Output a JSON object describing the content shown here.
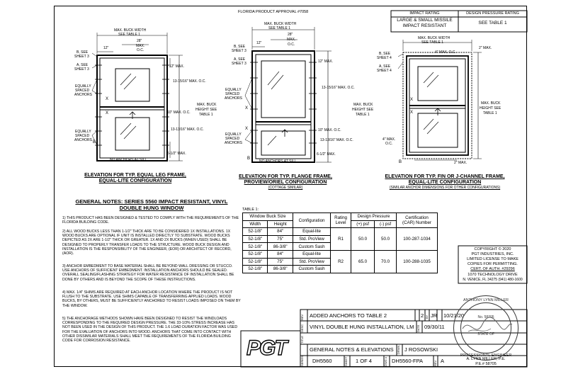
{
  "header": {
    "approval": "FLORIDA PRODUCT APPROVAL #7058",
    "impact_rating_label": "IMPACT RATING",
    "impact_rating_value_1": "LARGE & SMALL MISSILE",
    "impact_rating_value_2": "IMPACT RESISTANT",
    "design_pressure_label": "DESIGN PRESSURE RATING",
    "design_pressure_value": "SEE TABLE 1"
  },
  "elevations": {
    "left": {
      "title": "ELEVATION FOR TYP. EQUAL LEG FRAME,",
      "subtitle": "EQUAL-LITE CONFIGURATION",
      "labels": {
        "max_buck_width": "MAX. BUCK WIDTH",
        "see_table": "SEE TABLE 1",
        "dim12": "12\"",
        "dim28": "28\"",
        "max": "MAX.",
        "oc": "O.C.",
        "b_see_sheet": "B, SEE",
        "sheet3": "SHEET 3",
        "a_see_sheet": "A, SEE",
        "sheet3b": "SHEET 3",
        "equally": "EQUALLY",
        "spaced": "SPACED",
        "anchors": "ANCHORS",
        "dim12max": "12\" MAX.",
        "dim1316": "13-15/16\" MAX. O.C.",
        "dim10": "10\" MAX. O.C.",
        "dim1316b": "13-13/16\" MAX. O.C.",
        "max_buck": "MAX. BUCK",
        "height_see": "HEIGHT SEE",
        "table1": "TABLE 1",
        "dim612": "6-1/2\" MAX.",
        "no_anchors": "NO ANCHORS AT SILL",
        "x": "X",
        "b": "B"
      }
    },
    "middle": {
      "title": "ELEVATION FOR TYP. FLANGE FRAME,",
      "subtitle": "PROVIEW/ORIEL CONFIGURATION",
      "note": "(COTTAGE SIMILAR)",
      "labels": {
        "max_buck_width": "MAX. BUCK WIDTH",
        "see_table": "SEE TABLE 1",
        "dim12": "12\"",
        "dim28": "28\"",
        "max": "MAX.",
        "oc": "O.C.",
        "b_see_sheet": "B, SEE",
        "sheet3": "SHEET 3",
        "a_see_sheet": "A, SEE",
        "sheet3b": "SHEET 3",
        "equally": "EQUALLY",
        "spaced": "SPACED",
        "anchors": "ANCHORS",
        "dim12max": "12\" MAX.",
        "dim1316": "13-15/16\" MAX. O.C.",
        "dim10": "10\" MAX. O.C.",
        "dim1316b": "13-13/16\" MAX. O.C.",
        "max_buck": "MAX. BUCK",
        "height_see": "HEIGHT SEE",
        "table1": "TABLE 1",
        "dim612": "6-1/2\" MAX.",
        "no_anchors": "NO ANCHORS AT SILL",
        "x": "X",
        "b": "B"
      }
    },
    "right": {
      "title": "ELEVATION FOR TYP. FIN OR J-CHANNEL FRAME,",
      "subtitle": "EQUAL-LITE CONFIGURATION",
      "note": "(SIMILAR ANCHOR DIMENSIONS FOR OTHER CONFIGURATIONS)",
      "labels": {
        "max_buck_width": "MAX. BUCK WIDTH",
        "see_table": "SEE TABLE 1",
        "dim2": "2\" MAX.",
        "dim4": "4\" MAX. O.C.",
        "b_see_sheet": "B, SEE",
        "sheet4": "SHEET 4",
        "a_see_sheet": "A, SEE",
        "sheet4b": "SHEET 4",
        "max_buck": "MAX. BUCK",
        "height_see": "HEIGHT SEE",
        "table1": "TABLE 1",
        "dim4v": "4\" MAX.",
        "oc": "O.C.",
        "dim2b": "2\" MAX.",
        "x": "X",
        "b": "B"
      }
    }
  },
  "general_notes": {
    "title_1": "GENERAL NOTES: SERIES 5560 IMPACT RESISTANT, VINYL",
    "title_2": "DOUBLE HUNG WINDOW",
    "notes": [
      "1) THIS PRODUCT HAS BEEN DESIGNED & TESTED TO COMPLY WITH THE REQUIREMENTS OF THE FLORIDA BUILDING CODE.",
      "2) ALL WOOD BUCKS LESS THAN 1-1/2\" THICK ARE TO BE CONSIDERED 1X INSTALLATIONS. 1X WOOD BUCKS ARE OPTIONAL IF UNIT IS INSTALLED DIRECTLY TO SUBSTRATE. WOOD BUCKS DEPICTED AS 2X ARE 1-1/2\" THICK OR GREATER. 1X AND 2X BUCKS (WHEN USED) SHALL BE DESIGNED TO PROPERLY TRANSFER LOADS TO THE STRUCTURE. WOOD BUCK DESIGN AND INSTALLATION IS THE RESPONSIBILITY OF THE ENGINEER, (EOR) OR ARCHITECT OF RECORD, (AOR).",
      "3) ANCHOR EMBEDMENT TO BASE MATERIAL SHALL BE BEYOND WALL DRESSING OR STUCCO. USE ANCHORS OF SUFFICIENT EMBEDMENT. INSTALLATION ANCHORS SHOULD BE SEALED. OVERALL SEALING/FLASHING STRATEGY FOR WATER RESISTANCE OF INSTALLATION SHALL BE DONE BY OTHERS AND IS BEYOND THE SCOPE OF THESE INSTRUCTIONS.",
      "4) MAX. 1/4\" SHIMS ARE REQUIRED AT EACH ANCHOR LOCATION WHERE THE PRODUCT IS NOT FLUSH TO THE SUBSTRATE. USE SHIMS CAPABLE OF TRANSFERRING APPLIED LOADS. WOOD BUCKS, BY OTHERS, MUST BE SUFFICIENTLY ANCHORED TO RESIST LOADS IMPOSED ON THEM BY THE WINDOW.",
      "5) THE ANCHORAGE METHODS SHOWN HAVE BEEN DESIGNED TO RESIST THE WINDLOADS CORRESPONDING TO THE REQUIRED DESIGN PRESSURE. THE 33-1/3% STRESS INCREASE HAS NOT BEEN USED IN THE DESIGN OF THIS PRODUCT. THE 1.6 LOAD DURATION FACTOR WAS USED FOR THE EVALUATION OF ANCHORS INTO WOOD. ANCHORS THAT COME INTO CONTACT WITH OTHER DISSIMILAR MATERIALS SHALL MEET THE REQUIREMENTS OF THE FLORIDA BUILDING CODE FOR CORROSION RESISTANCE."
    ]
  },
  "table1": {
    "caption": "TABLE 1:",
    "h_window_buck": "Window Buck Size",
    "h_width": "Width",
    "h_height": "Height",
    "h_config": "Configuration",
    "h_rating_level_1": "Rating",
    "h_rating_level_2": "Level",
    "h_design_pressure": "Design Pressure",
    "h_pos": "(+) psf",
    "h_neg": "(-) psf",
    "h_cert_1": "Certification",
    "h_cert_2": "(CAR) Number",
    "rows": [
      {
        "width": "52-1/8\"",
        "height": "84\"",
        "config": "Equal-lite"
      },
      {
        "width": "52-1/8\"",
        "height": "75\"",
        "config": "Std. ProView"
      },
      {
        "width": "52-1/8\"",
        "height": "86-3/8\"",
        "config": "Custom Sash"
      },
      {
        "width": "52-1/8\"",
        "height": "84\"",
        "config": "Equal-lite"
      },
      {
        "width": "52-1/8\"",
        "height": "75\"",
        "config": "Std. ProView"
      },
      {
        "width": "52-1/8\"",
        "height": "86-3/8\"",
        "config": "Custom Sash"
      }
    ],
    "groups": [
      {
        "level": "R1",
        "pos": "50.0",
        "neg": "50.0",
        "car": "100-287-1034"
      },
      {
        "level": "R2",
        "pos": "65.0",
        "neg": "70.0",
        "car": "100-288-1035"
      }
    ]
  },
  "company": {
    "copyright": "COPYRIGHT © 2020",
    "name": "PGT INDUSTRIES, INC.",
    "license_1": "LIMITED LICENSE TO MAKE",
    "license_2": "COPIES FOR PERMITTING.",
    "cert": "CERT. OF AUTH. #29296",
    "address_1": "1070 TECHNOLOGY DRIVE",
    "address_2": "N. VENICE, FL 34275 (941) 480-1600",
    "logo": "PGT"
  },
  "title_block": {
    "rev_label": "REV",
    "revision_desc": "ADDED ANCHORS TO TABLE 2",
    "revision_num": "2",
    "by_label": "BY",
    "by": "JR",
    "revision_date": "10/21/20",
    "desc_label": "DESC",
    "description": "VINYL DOUBLE HUNG INSTALLATION, LM",
    "date_label": "DATE",
    "date": "09/30/11",
    "title_label": "TITLE",
    "title": "GENERAL NOTES & ELEVATIONS",
    "drawn_label": "DRWN",
    "drawn_by": "J ROSOWSKI",
    "series_label": "SERIES",
    "series": "DH5560",
    "sheet_label": "SHEET",
    "sheet": "1 OF 4",
    "dwg_label": "DWG #",
    "dwg": "DH5560-FPA",
    "rev2_label": "REV",
    "rev": "A"
  },
  "seal": {
    "arc_top": "ANTHONY LYNN MILLER",
    "license": "No. 58705",
    "state": "STATE OF",
    "arc_bottom": "PROFESSIONAL ENGINEER",
    "signer": "A. LYNN MILLER, P.E.",
    "pe_num": "P.E.# 58705"
  }
}
